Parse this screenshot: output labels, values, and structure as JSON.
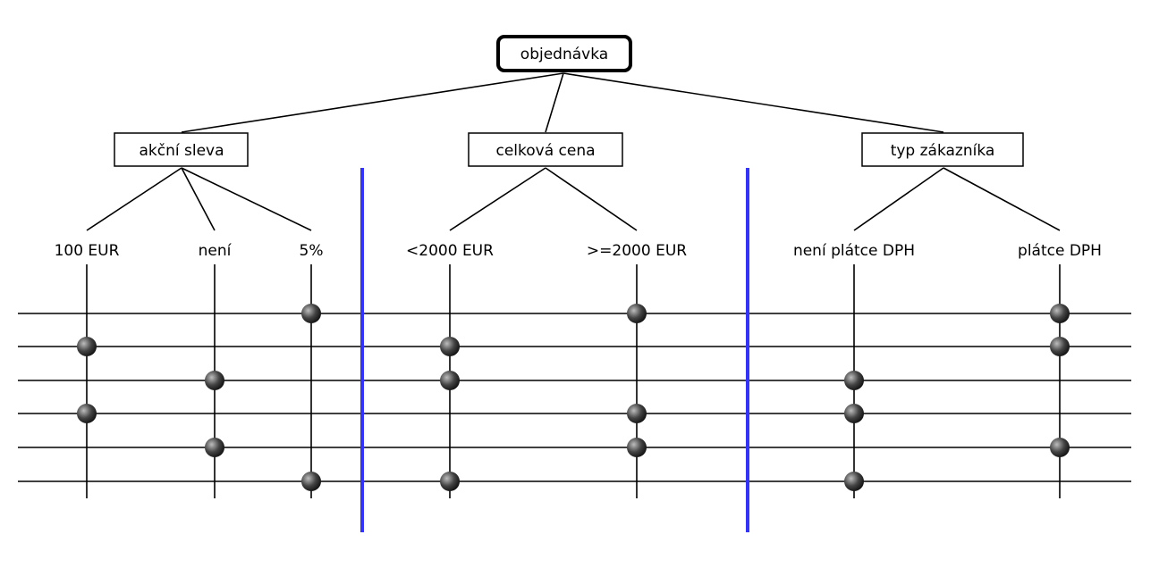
{
  "root": {
    "label": "objednávka"
  },
  "groups": [
    {
      "label": "akční sleva",
      "options": [
        "100 EUR",
        "není",
        "5%"
      ]
    },
    {
      "label": "celková cena",
      "options": [
        "<2000 EUR",
        ">=2000 EUR"
      ]
    },
    {
      "label": "typ zákazníka",
      "options": [
        "není plátce DPH",
        "plátce DPH"
      ]
    }
  ],
  "test_cases": [
    [
      2,
      1,
      1
    ],
    [
      0,
      0,
      1
    ],
    [
      1,
      0,
      0
    ],
    [
      0,
      1,
      0
    ],
    [
      1,
      1,
      1
    ],
    [
      2,
      0,
      0
    ]
  ],
  "colors": {
    "separator": "#3333ff",
    "dot": "#444444"
  }
}
